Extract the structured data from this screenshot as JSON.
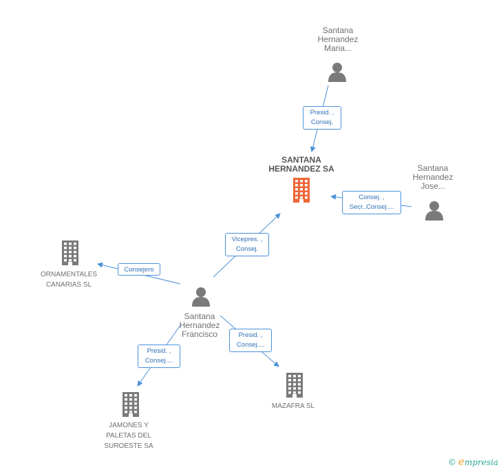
{
  "nodes": [
    {
      "id": "santana_hernandez_sa",
      "type": "company",
      "label": "SANTANA\nHERNANDEZ SA",
      "main": true,
      "color": "#ee6535"
    },
    {
      "id": "maria",
      "type": "person",
      "label": "Santana\nHernandez\nMaria...",
      "color": "#7a7a7a"
    },
    {
      "id": "jose",
      "type": "person",
      "label": "Santana\nHernandez\nJose...",
      "color": "#7a7a7a"
    },
    {
      "id": "francisco",
      "type": "person",
      "label": "Santana\nHernandez\nFrancisco",
      "color": "#7a7a7a"
    },
    {
      "id": "ornamentales",
      "type": "company",
      "label": "ORNAMENTALES\nCANARIAS SL",
      "color": "#7a7a7a"
    },
    {
      "id": "jamones",
      "type": "company",
      "label": "JAMONES Y\nPALETAS DEL\nSUROESTE SA",
      "color": "#7a7a7a"
    },
    {
      "id": "mazafra",
      "type": "company",
      "label": "MAZAFRA SL",
      "color": "#7a7a7a"
    }
  ],
  "edges": [
    {
      "from": "maria",
      "to": "santana_hernandez_sa",
      "label": "Presid. ,\nConsej."
    },
    {
      "from": "jose",
      "to": "santana_hernandez_sa",
      "label": "Consej. ,\nSecr.,Consej...."
    },
    {
      "from": "francisco",
      "to": "santana_hernandez_sa",
      "label": "Vicepres. ,\nConsej."
    },
    {
      "from": "francisco",
      "to": "ornamentales",
      "label": "Consejero"
    },
    {
      "from": "francisco",
      "to": "jamones",
      "label": "Presid. ,\nConsej...."
    },
    {
      "from": "francisco",
      "to": "mazafra",
      "label": "Presid. ,\nConsej...."
    }
  ],
  "edge_color": "#4a90d9",
  "footer": {
    "copyright": "©",
    "brand_initial": "e",
    "brand_rest": "mpresia"
  }
}
